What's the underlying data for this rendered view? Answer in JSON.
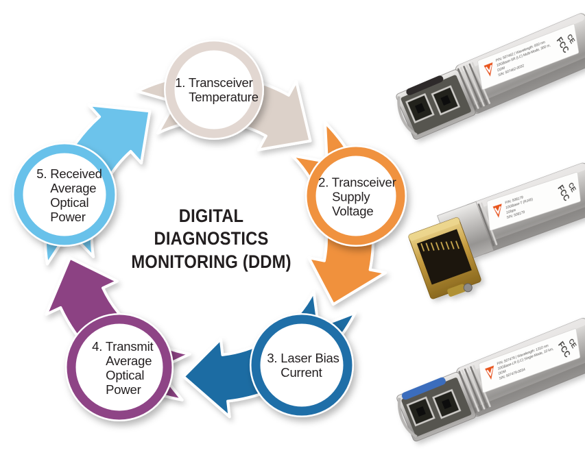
{
  "title": {
    "text": "DIGITAL DIAGNOSTICS\nMONITORING (DDM)"
  },
  "steps": [
    {
      "label": "1. Transceiver\nTemperature",
      "color": "#dcd1c9",
      "ring": "#e2d7d1"
    },
    {
      "label": "2. Transceiver\nSupply\nVoltage",
      "color": "#f0913c",
      "ring": "#f0923f"
    },
    {
      "label": "3. Laser Bias\nCurrent",
      "color": "#1e6ca3",
      "ring": "#1f6fa8"
    },
    {
      "label": "4. Transmit\nAverage\nOptical\nPower",
      "color": "#8c4283",
      "ring": "#8e4486"
    },
    {
      "label": "5. Received\nAverage\nOptical\nPower",
      "color": "#6cc3eb",
      "ring": "#68c1ea"
    }
  ],
  "modules": [
    {
      "label_lines": [
        "P/N: 507462 | Wavelength: 850 nm",
        "10GBase-SR (LC) Multi-Mode, 300 m,",
        "DDM",
        "S/N: 507462-0032"
      ],
      "fcc": "FCC",
      "ce": "CE"
    },
    {
      "label_lines": [
        "P/N: 508179",
        "10GBase-T (RJ45)",
        "1Gbps",
        "S/N: 508179"
      ],
      "fcc": "FCC",
      "ce": "CE"
    },
    {
      "label_lines": [
        "P/N: 507479 | Wavelength: 1310 nm",
        "10GBase-LR (LC) Single-Mode, 10 km,",
        "DDM",
        "S/N: 507479-0034"
      ],
      "fcc": "FCC",
      "ce": "CE"
    }
  ],
  "colors": {
    "background": "#ffffff",
    "text": "#221e1f",
    "logo_orange": "#e8571e",
    "metal_light": "#e8e6e4",
    "metal_dark": "#908e8c",
    "gold": "#c49a3e",
    "clasp_blue": "#3b6dbd"
  }
}
